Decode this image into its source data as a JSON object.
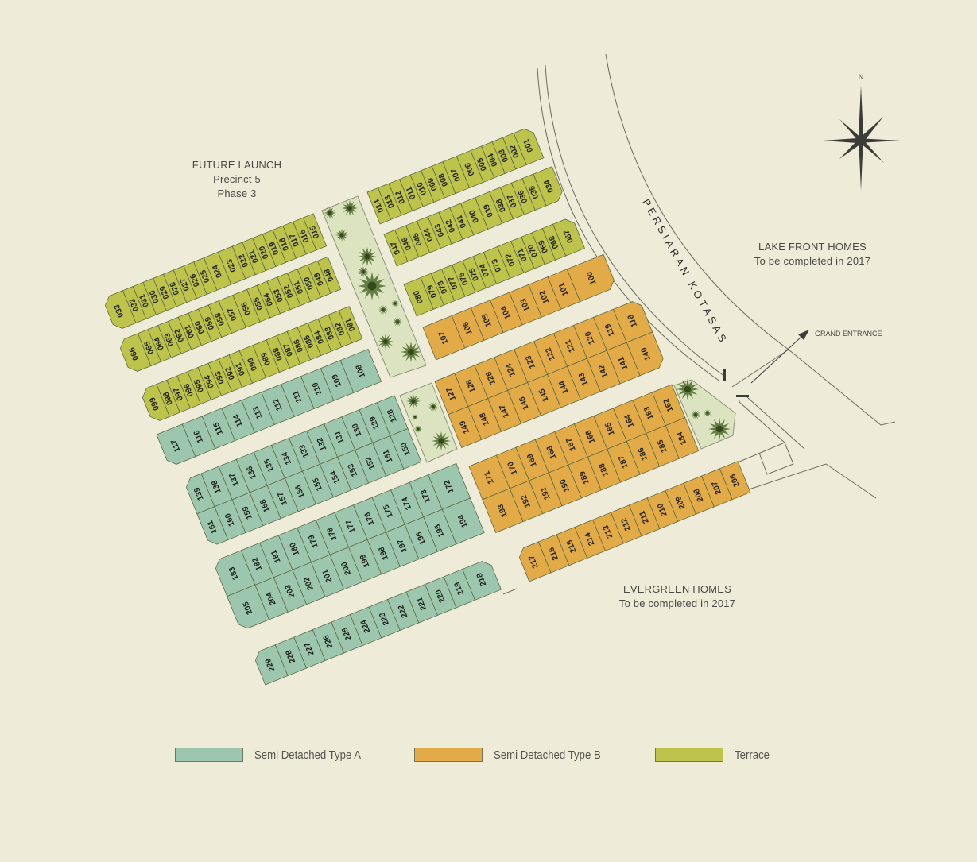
{
  "colors": {
    "background": "#efebd9",
    "semi_a": "#9cc7ae",
    "semi_b": "#e3ab48",
    "terrace": "#bdc34b",
    "park": "#dbe3c0",
    "tree": "#4f6b2c"
  },
  "labels": {
    "future_launch": [
      "FUTURE LAUNCH",
      "Precinct 5",
      "Phase 3"
    ],
    "lake_front": [
      "LAKE FRONT HOMES",
      "To be completed in 2017"
    ],
    "evergreen": [
      "EVERGREEN HOMES",
      "To be completed in 2017"
    ],
    "road": "PERSIARAN KOTASAS",
    "grand_entrance": "GRAND ENTRANCE",
    "north": "N"
  },
  "icons": {
    "compass": "compass-rose-icon",
    "tree": "palm-tree-icon",
    "arrow": "arrow-icon"
  },
  "legend": [
    {
      "label": "Semi Detached Type A",
      "type": "semi_a"
    },
    {
      "label": "Semi Detached Type B",
      "type": "semi_b"
    },
    {
      "label": "Terrace",
      "type": "terrace"
    }
  ],
  "rows": [
    {
      "type": "terrace",
      "lots": [
        [
          "033",
          "032",
          "031",
          "030",
          "029",
          "028",
          "027",
          "026",
          "025",
          "024",
          "023",
          "022",
          "021",
          "020",
          "019",
          "018",
          "017",
          "016",
          "015"
        ]
      ]
    },
    {
      "type": "terrace",
      "lots": [
        [
          "066",
          "065",
          "064",
          "063",
          "062",
          "061",
          "060",
          "059",
          "058",
          "057",
          "056",
          "055",
          "054",
          "053",
          "052",
          "051",
          "050",
          "049",
          "048"
        ]
      ]
    },
    {
      "type": "terrace",
      "lots": [
        [
          "099",
          "098",
          "097",
          "096",
          "095",
          "094",
          "093",
          "092",
          "091",
          "090",
          "089",
          "088",
          "087",
          "086",
          "085",
          "084",
          "083",
          "082",
          "081"
        ]
      ]
    },
    {
      "type": "terrace",
      "lots": [
        [
          "014",
          "013",
          "012",
          "011",
          "010",
          "009",
          "008",
          "007",
          "006",
          "005",
          "004",
          "003",
          "002",
          "001"
        ]
      ]
    },
    {
      "type": "terrace",
      "lots": [
        [
          "047",
          "046",
          "045",
          "044",
          "043",
          "042",
          "041",
          "040",
          "039",
          "038",
          "037",
          "036",
          "035",
          "034"
        ]
      ]
    },
    {
      "type": "terrace",
      "lots": [
        [
          "080",
          "079",
          "078",
          "077",
          "076",
          "075",
          "074",
          "073",
          "072",
          "071",
          "070",
          "069",
          "068",
          "067"
        ]
      ]
    },
    {
      "type": "semi_b",
      "lots": [
        [
          "107",
          "106",
          "105",
          "104",
          "103",
          "102",
          "101",
          "100"
        ]
      ]
    },
    {
      "type": "semi_b",
      "lots": [
        [
          "127",
          "126",
          "125",
          "124",
          "123",
          "122",
          "121",
          "120",
          "119",
          "118"
        ],
        [
          "149",
          "148",
          "147",
          "146",
          "145",
          "144",
          "143",
          "142",
          "141",
          "140"
        ]
      ]
    },
    {
      "type": "semi_b",
      "lots": [
        [
          "171",
          "170",
          "169",
          "168",
          "167",
          "166",
          "165",
          "164",
          "163",
          "162"
        ],
        [
          "193",
          "192",
          "191",
          "190",
          "189",
          "188",
          "187",
          "186",
          "185",
          "184"
        ]
      ]
    },
    {
      "type": "semi_b",
      "lots": [
        [
          "217",
          "216",
          "215",
          "214",
          "213",
          "212",
          "211",
          "210",
          "209",
          "208",
          "207",
          "206"
        ]
      ]
    },
    {
      "type": "semi_a",
      "lots": [
        [
          "117",
          "116",
          "115",
          "114",
          "113",
          "112",
          "111",
          "110",
          "109",
          "108"
        ]
      ]
    },
    {
      "type": "semi_a",
      "lots": [
        [
          "139",
          "138",
          "137",
          "136",
          "135",
          "134",
          "133",
          "132",
          "131",
          "130",
          "129",
          "128"
        ],
        [
          "161",
          "160",
          "159",
          "158",
          "157",
          "156",
          "155",
          "154",
          "153",
          "152",
          "151",
          "150"
        ]
      ]
    },
    {
      "type": "semi_a",
      "lots": [
        [
          "183",
          "182",
          "181",
          "180",
          "179",
          "178",
          "177",
          "176",
          "175",
          "174",
          "173",
          "172"
        ],
        [
          "205",
          "204",
          "203",
          "202",
          "201",
          "200",
          "199",
          "198",
          "197",
          "196",
          "195",
          "194"
        ]
      ]
    },
    {
      "type": "semi_a",
      "lots": [
        [
          "229",
          "228",
          "227",
          "226",
          "225",
          "224",
          "223",
          "222",
          "221",
          "220",
          "219",
          "218"
        ]
      ]
    }
  ]
}
